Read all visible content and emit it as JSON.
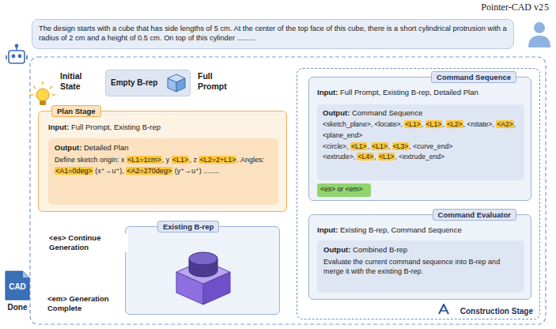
{
  "diagram": {
    "nodes": [
      {
        "text": [
          "The design starts with a cube that has side lengths of 5 cm. At the center of the top face of this cube, there is a short cylindrical protrusion with a radius of 2 cm and a height of 0.5 cm. On top of this cylinder ........."
        ]
      },
      {
        "text": [
          "Empty B-rep"
        ]
      },
      {
        "text": [
          "Plan Stage",
          "Input: Full Prompt, Existing B-rep"
        ]
      },
      {
        "text": [
          "Output: Detailed Plan",
          "Define sketch origin: x <L1=1cm>, y <L1>, z <L2=2+L1>. Angles: <A1=0deg> (x⁺→u⁺), <A2=270deg> (y⁺→u⁺) ........"
        ],
        "in": 2
      },
      {
        "text": [
          "Construction Stage"
        ]
      },
      {
        "text": [
          "Command Sequence",
          "Input: Full Prompt, Existing B-rep, Detailed Plan"
        ],
        "in": 4
      },
      {
        "text": [
          "Output: Command Sequence",
          "<sketch_plane>, <locate>, <L1>, <L1>, <L2>, <rotate>, <A2>, <plane_end>",
          "<circle>, <L1>, <L1>, <L3>, <curve_end>",
          "<extrude>, <L4>, <L1>, <extrude_end>"
        ],
        "in": 5
      },
      {
        "text": [
          "<es> or <em>"
        ],
        "in": 5
      },
      {
        "text": [
          "Command Evaluator",
          "Input: Existing B-rep, Command Sequence"
        ],
        "in": 4
      },
      {
        "text": [
          "Output: Combined B-rep",
          "Evaluate the current command sequence into B-rep and merge it with the existing B-rep."
        ],
        "in": 8
      },
      {
        "text": [
          "Existing B-rep"
        ]
      },
      {
        "text": [
          "CAD",
          "Done"
        ]
      }
    ],
    "edges": [
      {
        "from": 0,
        "to": 2,
        "arrow": "to"
      },
      {
        "from": 1,
        "to": 2,
        "arrow": "to"
      },
      {
        "from": 2,
        "to": 5,
        "arrow": "none"
      },
      {
        "from": 5,
        "to": 8,
        "arrow": "to"
      },
      {
        "from": 8,
        "to": 7,
        "arrow": "to"
      },
      {
        "from": 8,
        "to": 10,
        "arrow": "to"
      },
      {
        "from": 10,
        "to": 2,
        "label": "<es> Continue Generation",
        "arrow": "to"
      },
      {
        "from": 10,
        "to": 11,
        "label": "<em> Generation Complete",
        "arrow": "to"
      }
    ],
    "labels": [
      "Pointer-CAD v2",
      "5",
      "Initial State",
      "Full Prompt"
    ]
  }
}
